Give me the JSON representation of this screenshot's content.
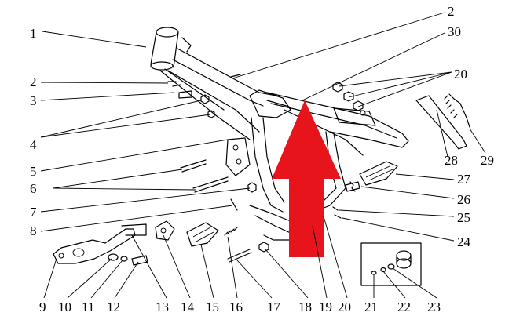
{
  "labels": {
    "l1": "1",
    "l2a": "2",
    "l2b": "2",
    "l30": "30",
    "l20a": "20",
    "l3": "3",
    "l4": "4",
    "l5": "5",
    "l6": "6",
    "l7": "7",
    "l8": "8",
    "l28": "28",
    "l29": "29",
    "l27": "27",
    "l26": "26",
    "l25": "25",
    "l24": "24",
    "l9": "9",
    "l10": "10",
    "l11": "11",
    "l12": "12",
    "l13": "13",
    "l14": "14",
    "l15": "15",
    "l16": "16",
    "l17": "17",
    "l18": "18",
    "l19": "19",
    "l20b": "20",
    "l21": "21",
    "l22": "22",
    "l23": "23"
  },
  "colors": {
    "arrow": "#e8141c",
    "line": "#000000",
    "background": "#ffffff"
  }
}
